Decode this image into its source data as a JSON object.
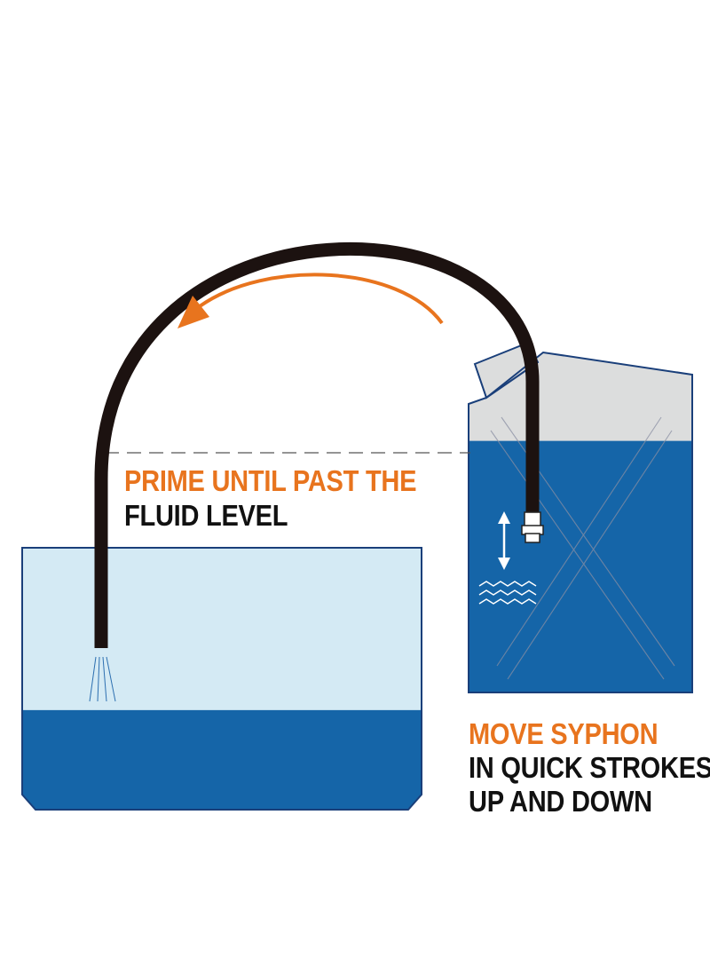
{
  "colors": {
    "accent": "#E8741E",
    "text": "#111111",
    "tank_light": "#D4EAF4",
    "tank_fluid": "#1565A8",
    "tank_outline": "#1A3F7A",
    "container_top": "#DCDDDD",
    "hose": "#1C1210",
    "dashed_line": "#555555"
  },
  "icons": {
    "flow_arrow": "curved-arrow-icon",
    "stroke_arrow": "double-arrow-icon",
    "waves": "waves-icon"
  },
  "labels": {
    "prime_line1": "PRIME UNTIL PAST THE",
    "prime_line2": "FLUID LEVEL",
    "move_line1": "MOVE SYPHON",
    "move_line2": "IN QUICK STROKES",
    "move_line3": "UP AND DOWN"
  },
  "tanks": {
    "receiving_fluid_fraction": 0.38,
    "source_fluid_fraction": 0.74
  }
}
